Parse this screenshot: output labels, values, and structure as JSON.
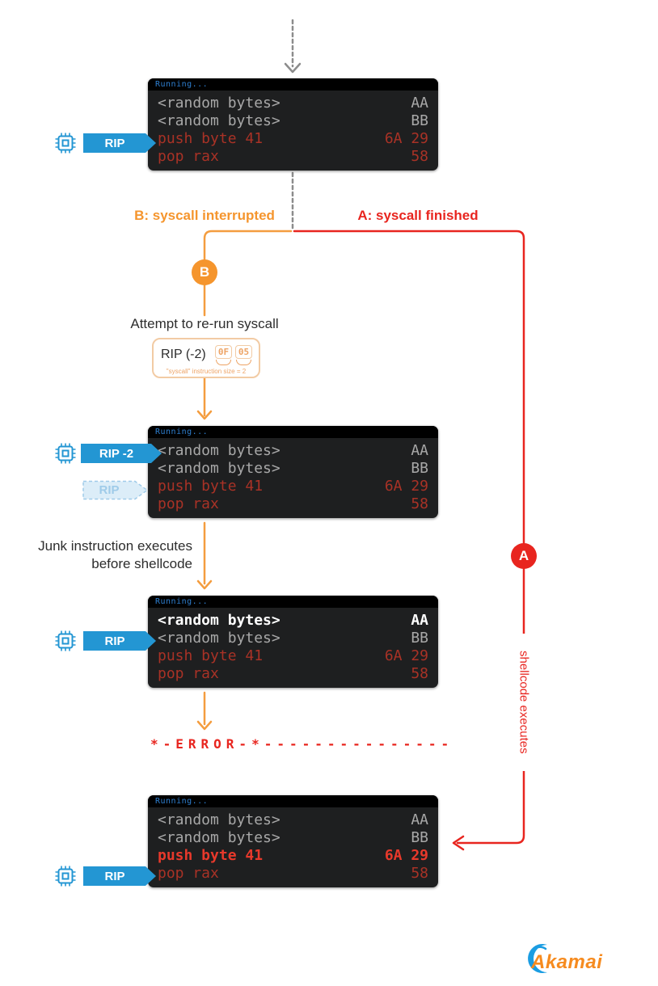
{
  "colors": {
    "blue": "#2396d3",
    "blue_ghost": "#9fcbe9",
    "orange": "#f5952d",
    "red": "#e8251f",
    "arrow_gray": "#8c8c8c",
    "terminal_bg": "#1e1f20",
    "title_blue": "#2e7fd0",
    "code_gray": "#a8a8a8",
    "code_dim_red": "#a93226",
    "code_bright_red": "#e8392b",
    "dark_text": "#2d2d2d",
    "box_border_orange": "#f2cba4",
    "box_caption_orange": "#eda365",
    "logo_orange": "#f68b1f",
    "logo_blue": "#1b9de2"
  },
  "flow": {
    "branch_b_label": "B: syscall interrupted",
    "branch_a_label": "A: syscall finished",
    "node_b": "B",
    "node_a": "A",
    "attempt_label": "Attempt to re-run syscall",
    "junk_line1": "Junk instruction executes",
    "junk_line2": "before shellcode",
    "error_label": "*-ERROR-*---------------",
    "shellcode_label": "shellcode executes"
  },
  "rerun_box": {
    "rip": "RIP (-2)",
    "byte1": "0F",
    "byte2": "05",
    "caption": "\"syscall\" instruction size = 2"
  },
  "pointers": {
    "rip1": "RIP",
    "rip2": "RIP -2",
    "rip2_ghost": "RIP",
    "rip3": "RIP",
    "rip4": "RIP"
  },
  "terminals": [
    {
      "title": "Running...",
      "rows": [
        {
          "text": "<random bytes>",
          "bytes": "AA"
        },
        {
          "text": "<random bytes>",
          "bytes": "BB"
        },
        {
          "text": "push byte 41",
          "bytes": "6A 29"
        },
        {
          "text": "pop rax",
          "bytes": "58"
        }
      ]
    },
    {
      "title": "Running...",
      "rows": [
        {
          "text": "<random bytes>",
          "bytes": "AA"
        },
        {
          "text": "<random bytes>",
          "bytes": "BB"
        },
        {
          "text": "push byte 41",
          "bytes": "6A 29"
        },
        {
          "text": "pop rax",
          "bytes": "58"
        }
      ]
    },
    {
      "title": "Running...",
      "rows": [
        {
          "text": "<random bytes>",
          "bytes": "AA"
        },
        {
          "text": "<random bytes>",
          "bytes": "BB"
        },
        {
          "text": "push byte 41",
          "bytes": "6A 29"
        },
        {
          "text": "pop rax",
          "bytes": "58"
        }
      ]
    },
    {
      "title": "Running...",
      "rows": [
        {
          "text": "<random bytes>",
          "bytes": "AA"
        },
        {
          "text": "<random bytes>",
          "bytes": "BB"
        },
        {
          "text": "push byte 41",
          "bytes": "6A 29"
        },
        {
          "text": "pop rax",
          "bytes": "58"
        }
      ]
    }
  ],
  "logo": {
    "text": "Akamai"
  }
}
